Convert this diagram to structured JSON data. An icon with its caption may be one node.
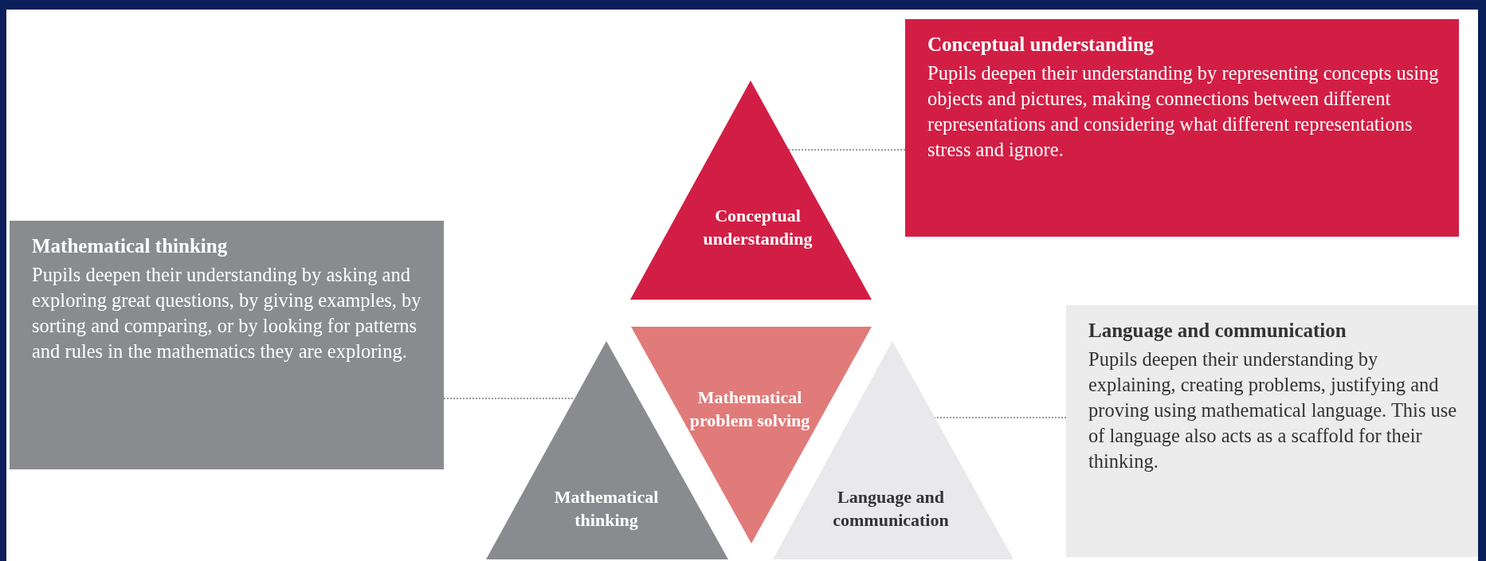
{
  "diagram": {
    "nodes": [
      {
        "text": [
          "Conceptual understanding",
          "Pupils deepen their understanding by representing concepts using objects and pictures, making connections between different representations and considering what different representations stress and ignore."
        ]
      },
      {
        "text": [
          "Conceptual understanding"
        ]
      },
      {
        "text": [
          "Mathematical thinking",
          "Pupils deepen their understanding by asking and exploring great questions, by giving examples, by sorting and comparing, or by looking for patterns and rules in the mathematics they are exploring."
        ]
      },
      {
        "text": [
          "Mathematical problem solving"
        ]
      },
      {
        "text": [
          "Mathematical thinking"
        ]
      },
      {
        "text": [
          "Language and communication"
        ]
      },
      {
        "text": [
          "Language and communication",
          "Pupils deepen their understanding by explaining, creating problems, justifying and proving using mathematical language. This use of language also acts as a scaffold for their thinking."
        ]
      }
    ],
    "edges": [
      {
        "from": 0,
        "to": 1,
        "arrow": "none",
        "style": "dashed"
      },
      {
        "from": 2,
        "to": 4,
        "arrow": "none",
        "style": "dashed"
      },
      {
        "from": 6,
        "to": 5,
        "arrow": "none",
        "style": "dashed"
      }
    ]
  }
}
